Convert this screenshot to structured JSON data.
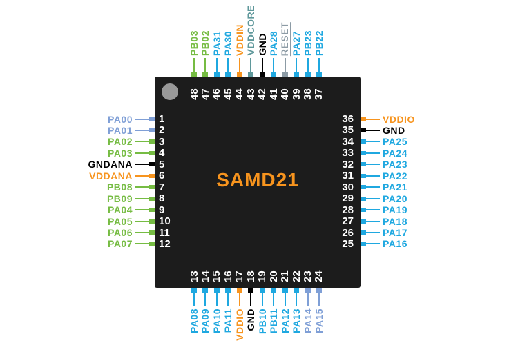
{
  "title": "SAMD21",
  "colors": {
    "cyan": "#1FA8E0",
    "green": "#76BC43",
    "orange": "#F7941E",
    "periwinkle": "#7F9FD6",
    "teal": "#5F989B",
    "gray": "#8C9BA5",
    "black": "#000000",
    "chip_body": "#1C1C1C",
    "pin_number_text": "#FFFFFF",
    "corner_dot": "#999999",
    "background": "#FFFFFF"
  },
  "sides": {
    "left": [
      {
        "num": "1",
        "label": "PA00",
        "color": "periwinkle"
      },
      {
        "num": "2",
        "label": "PA01",
        "color": "periwinkle"
      },
      {
        "num": "3",
        "label": "PA02",
        "color": "green"
      },
      {
        "num": "4",
        "label": "PA03",
        "color": "green"
      },
      {
        "num": "5",
        "label": "GNDANA",
        "color": "black"
      },
      {
        "num": "6",
        "label": "VDDANA",
        "color": "orange"
      },
      {
        "num": "7",
        "label": "PB08",
        "color": "green"
      },
      {
        "num": "8",
        "label": "PB09",
        "color": "green"
      },
      {
        "num": "9",
        "label": "PA04",
        "color": "green"
      },
      {
        "num": "10",
        "label": "PA05",
        "color": "green"
      },
      {
        "num": "11",
        "label": "PA06",
        "color": "green"
      },
      {
        "num": "12",
        "label": "PA07",
        "color": "green"
      }
    ],
    "top": [
      {
        "num": "48",
        "label": "PB03",
        "color": "green"
      },
      {
        "num": "47",
        "label": "PB02",
        "color": "green"
      },
      {
        "num": "46",
        "label": "PA31",
        "color": "cyan"
      },
      {
        "num": "45",
        "label": "PA30",
        "color": "cyan"
      },
      {
        "num": "44",
        "label": "VDDIN",
        "color": "orange"
      },
      {
        "num": "43",
        "label": "VDDCORE",
        "color": "teal"
      },
      {
        "num": "42",
        "label": "GND",
        "color": "black"
      },
      {
        "num": "41",
        "label": "PA28",
        "color": "cyan"
      },
      {
        "num": "40",
        "label": "RESET",
        "color": "gray",
        "overline": true
      },
      {
        "num": "39",
        "label": "PA27",
        "color": "cyan"
      },
      {
        "num": "38",
        "label": "PB23",
        "color": "cyan"
      },
      {
        "num": "37",
        "label": "PB22",
        "color": "cyan"
      }
    ],
    "right": [
      {
        "num": "36",
        "label": "VDDIO",
        "color": "orange"
      },
      {
        "num": "35",
        "label": "GND",
        "color": "black"
      },
      {
        "num": "34",
        "label": "PA25",
        "color": "cyan"
      },
      {
        "num": "33",
        "label": "PA24",
        "color": "cyan"
      },
      {
        "num": "32",
        "label": "PA23",
        "color": "cyan"
      },
      {
        "num": "31",
        "label": "PA22",
        "color": "cyan"
      },
      {
        "num": "30",
        "label": "PA21",
        "color": "cyan"
      },
      {
        "num": "29",
        "label": "PA20",
        "color": "cyan"
      },
      {
        "num": "28",
        "label": "PA19",
        "color": "cyan"
      },
      {
        "num": "27",
        "label": "PA18",
        "color": "cyan"
      },
      {
        "num": "26",
        "label": "PA17",
        "color": "cyan"
      },
      {
        "num": "25",
        "label": "PA16",
        "color": "cyan"
      }
    ],
    "bottom": [
      {
        "num": "13",
        "label": "PA08",
        "color": "cyan"
      },
      {
        "num": "14",
        "label": "PA09",
        "color": "cyan"
      },
      {
        "num": "15",
        "label": "PA10",
        "color": "cyan"
      },
      {
        "num": "16",
        "label": "PA11",
        "color": "cyan"
      },
      {
        "num": "17",
        "label": "VDDIO",
        "color": "orange"
      },
      {
        "num": "18",
        "label": "GND",
        "color": "black"
      },
      {
        "num": "19",
        "label": "PB10",
        "color": "cyan"
      },
      {
        "num": "20",
        "label": "PB11",
        "color": "cyan"
      },
      {
        "num": "21",
        "label": "PA12",
        "color": "cyan"
      },
      {
        "num": "22",
        "label": "PA13",
        "color": "cyan"
      },
      {
        "num": "23",
        "label": "PA14",
        "color": "periwinkle"
      },
      {
        "num": "24",
        "label": "PA15",
        "color": "periwinkle"
      }
    ]
  }
}
